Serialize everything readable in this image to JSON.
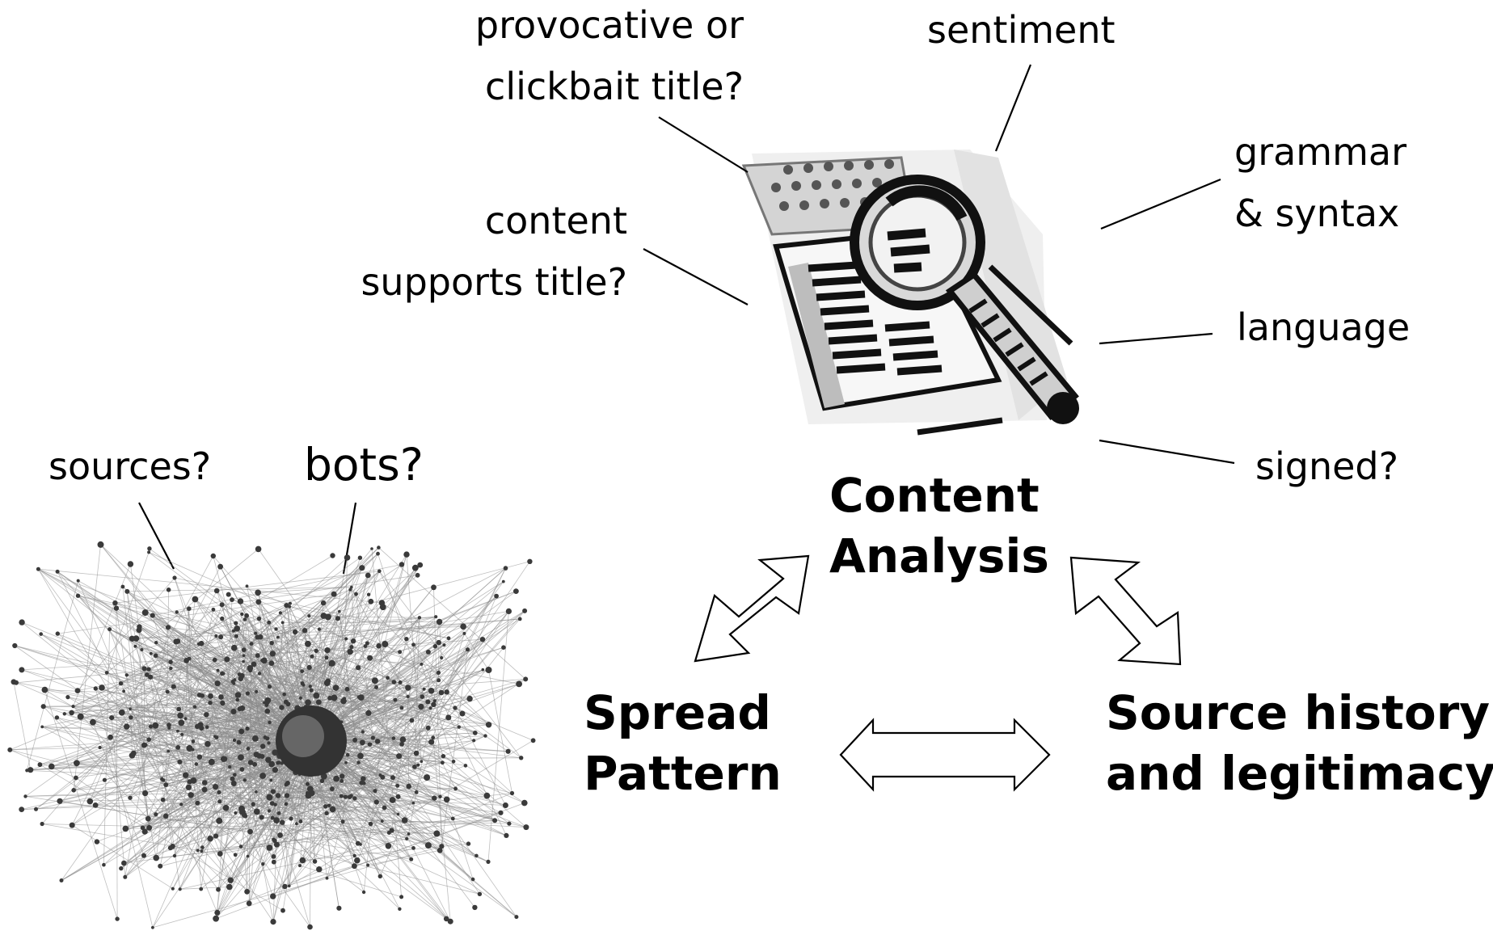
{
  "content_labels": {
    "clickbait": [
      "provocative or",
      "clickbait title?"
    ],
    "sentiment": "sentiment",
    "grammar": [
      "grammar",
      "& syntax"
    ],
    "supports": [
      "content",
      "supports title?"
    ],
    "language": "language",
    "signed": "signed?"
  },
  "network_labels": {
    "sources": "sources?",
    "bots": "bots?"
  },
  "nodes": {
    "content_analysis": [
      "Content",
      "Analysis"
    ],
    "spread_pattern": [
      "Spread",
      "Pattern"
    ],
    "source_history": [
      "Source history",
      "and legitimacy"
    ]
  },
  "icons": {
    "document": "document-magnifier-icon",
    "network": "network-graph"
  },
  "colors": {
    "text": "#000000",
    "background": "#ffffff",
    "leader_line": "#000000",
    "arrow_stroke": "#000000",
    "arrow_fill": "#ffffff",
    "network_edge": "#8a8a8a",
    "network_node": "#3a3a3a"
  }
}
